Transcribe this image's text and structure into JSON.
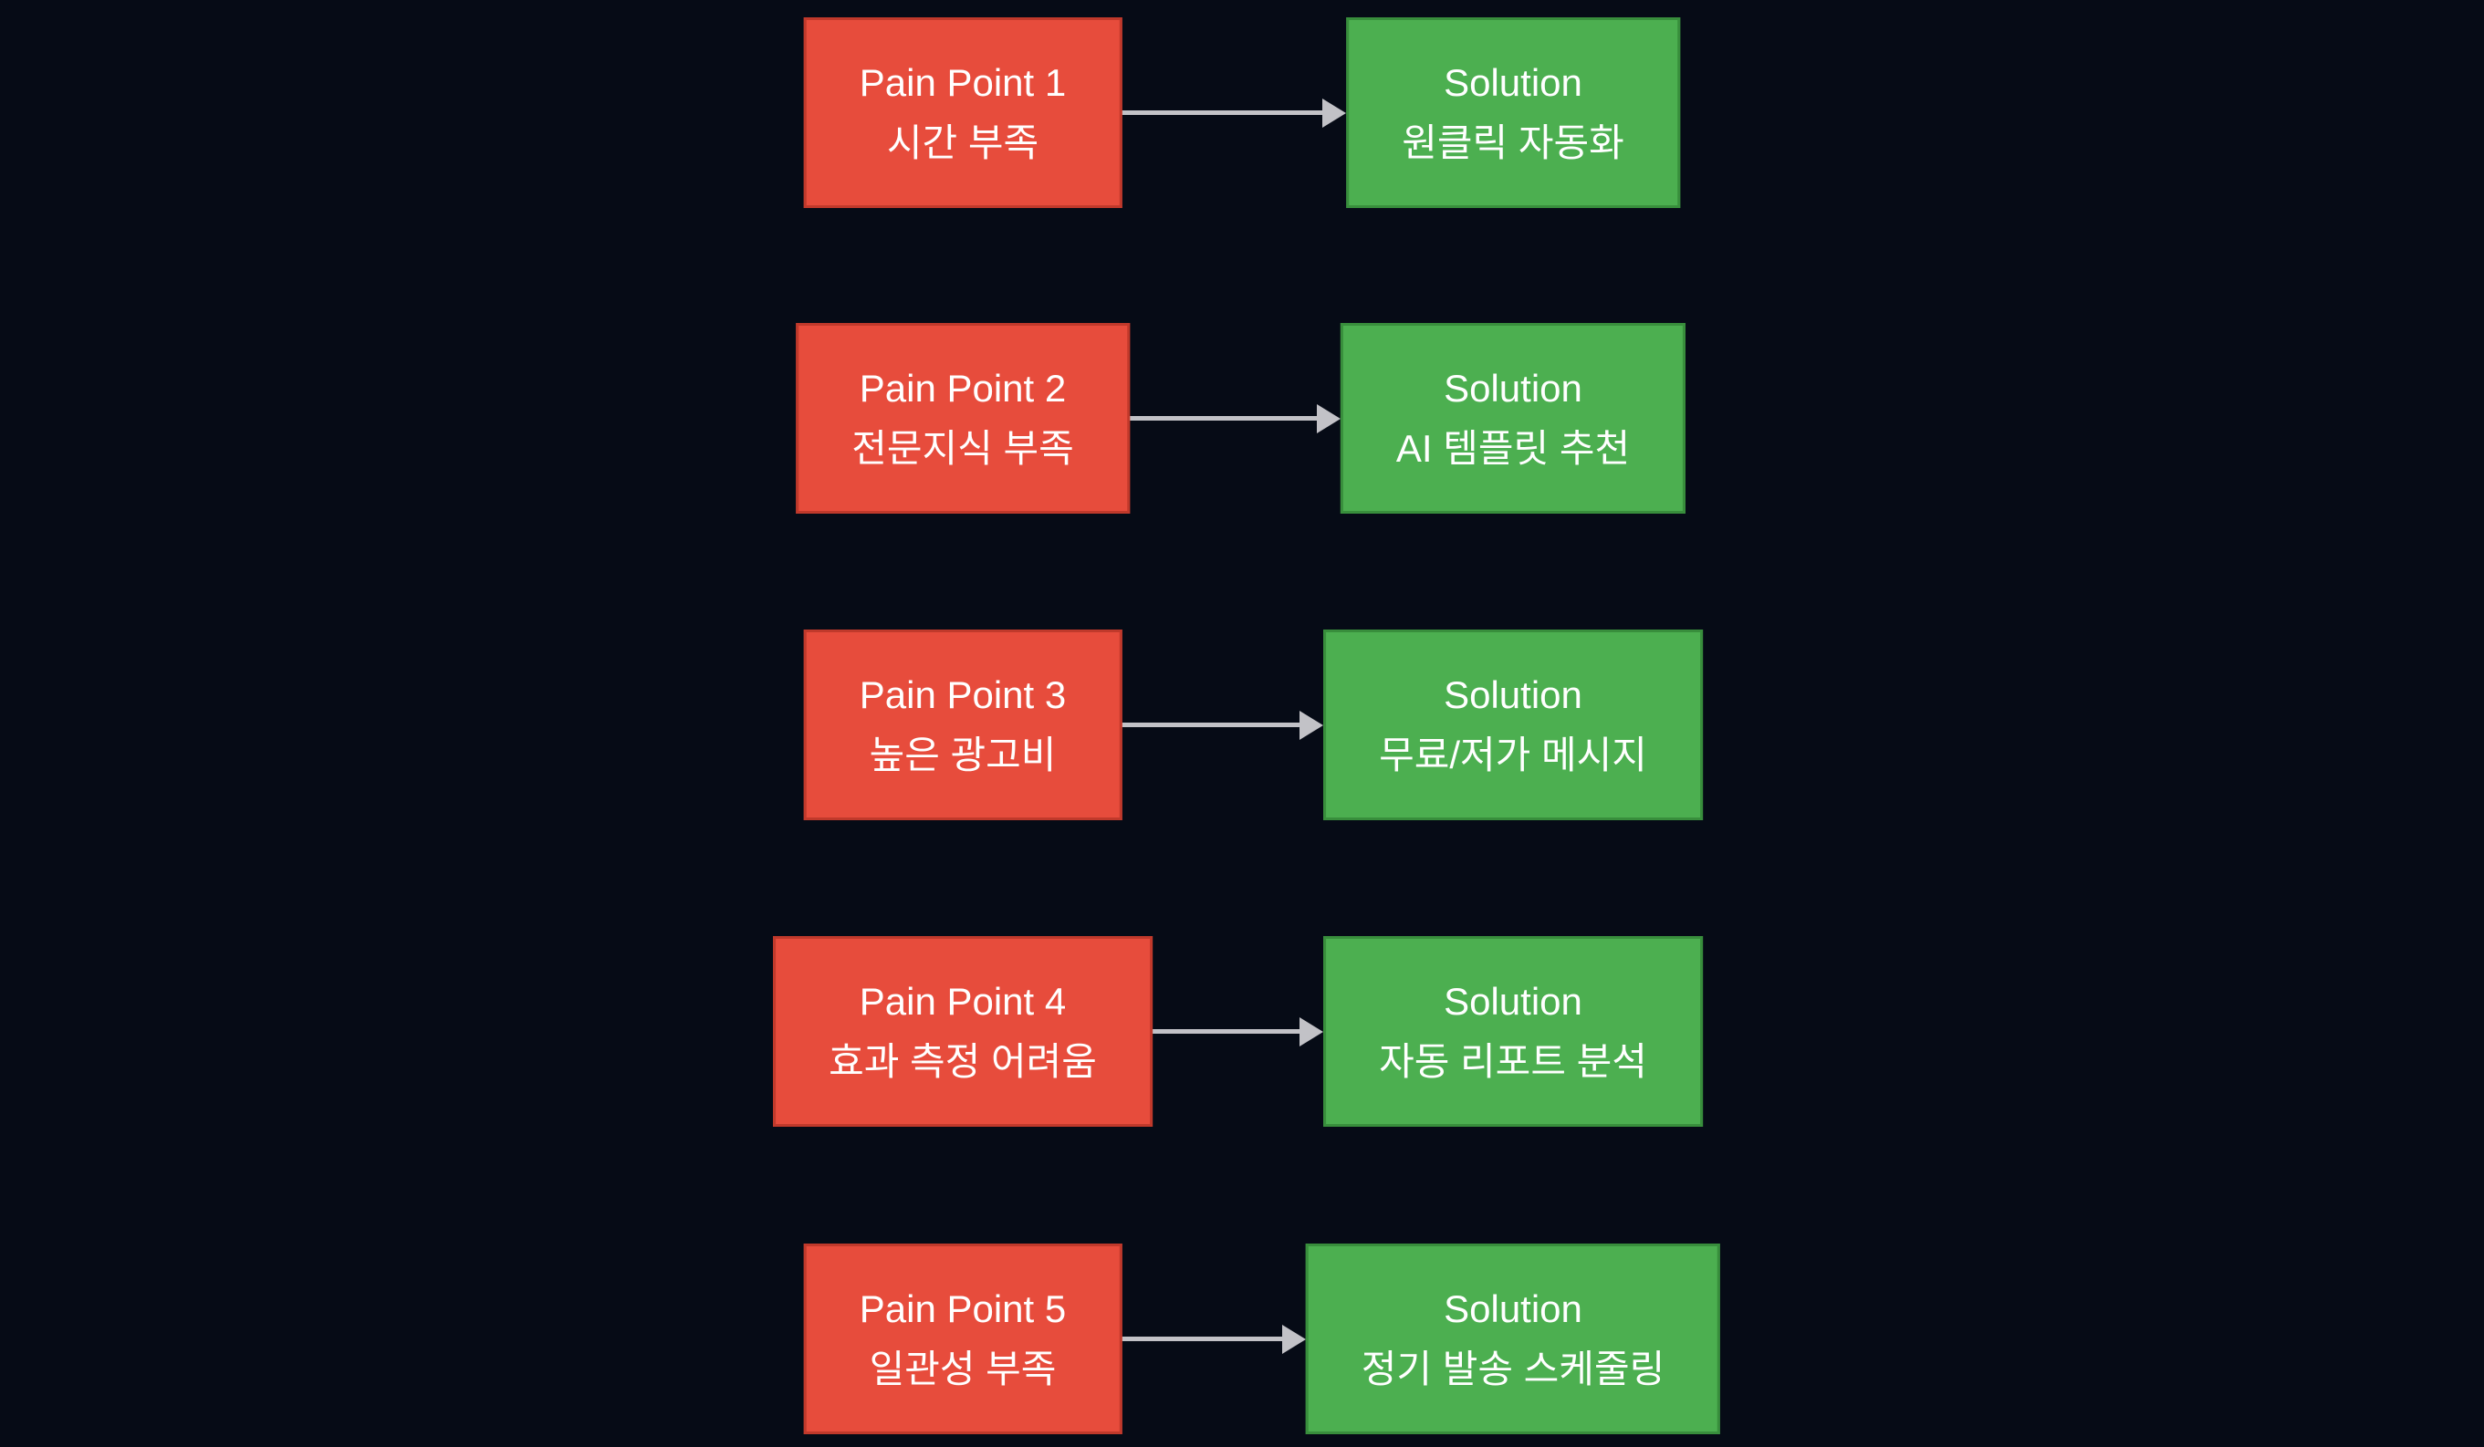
{
  "diagram": {
    "rows": [
      {
        "pain": {
          "title": "Pain Point 1",
          "subtitle": "시간 부족"
        },
        "solution": {
          "title": "Solution",
          "subtitle": "원클릭 자동화"
        }
      },
      {
        "pain": {
          "title": "Pain Point 2",
          "subtitle": "전문지식 부족"
        },
        "solution": {
          "title": "Solution",
          "subtitle": "AI 템플릿 추천"
        }
      },
      {
        "pain": {
          "title": "Pain Point 3",
          "subtitle": "높은 광고비"
        },
        "solution": {
          "title": "Solution",
          "subtitle": "무료/저가 메시지"
        }
      },
      {
        "pain": {
          "title": "Pain Point 4",
          "subtitle": "효과 측정 어려움"
        },
        "solution": {
          "title": "Solution",
          "subtitle": "자동 리포트 분석"
        }
      },
      {
        "pain": {
          "title": "Pain Point 5",
          "subtitle": "일관성 부족"
        },
        "solution": {
          "title": "Solution",
          "subtitle": "정기 발송 스케줄링"
        }
      }
    ],
    "colors": {
      "background": "#060b16",
      "pain_fill": "#e74c3c",
      "pain_border": "#c0392b",
      "solution_fill": "#4caf50",
      "solution_border": "#388e3c",
      "arrow": "#c2c2c7",
      "text": "#ffffff"
    }
  }
}
